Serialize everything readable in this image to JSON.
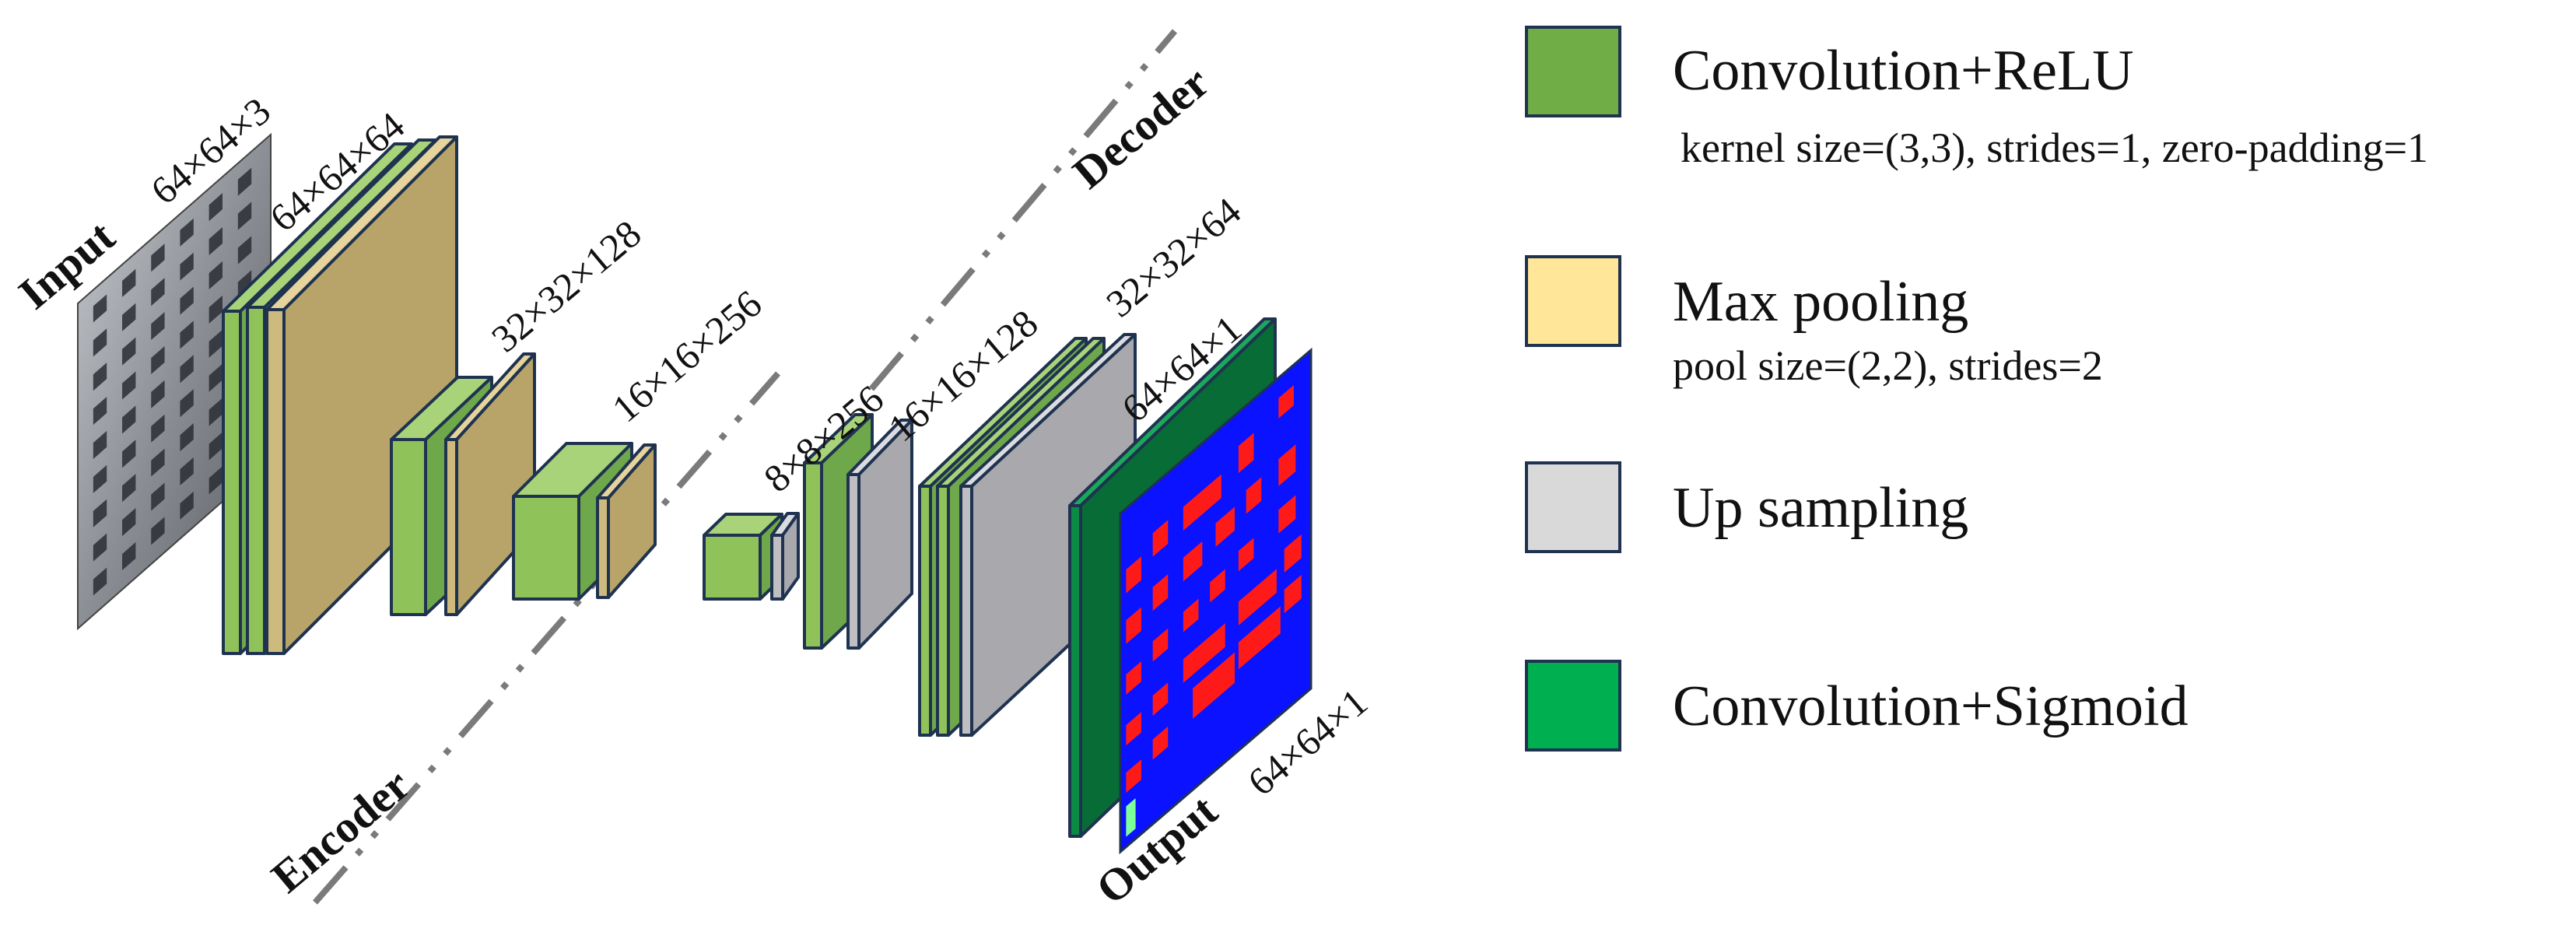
{
  "diagram": {
    "input_label": "Input",
    "input_dims": "64×64×3",
    "output_label": "Output",
    "output_dims": "64×64×1",
    "encoder_label": "Encoder",
    "decoder_label": "Decoder",
    "layer_dims": {
      "enc1": "64×64×64",
      "enc2": "32×32×128",
      "enc3": "16×16×256",
      "bottleneck": "8×8×256",
      "dec1": "16×16×128",
      "dec2": "32×32×64",
      "final": "64×64×1"
    }
  },
  "legend": [
    {
      "id": "conv-relu",
      "title": "Convolution+ReLU",
      "subtitle": "kernel size=(3,3), strides=1, zero-padding=1",
      "color": "#70ad47"
    },
    {
      "id": "max-pool",
      "title": "Max pooling",
      "subtitle": "pool size=(2,2), strides=2",
      "color": "#ffe699"
    },
    {
      "id": "up-sampling",
      "title": "Up sampling",
      "subtitle": "",
      "color": "#d9d9d9"
    },
    {
      "id": "conv-sigmoid",
      "title": "Convolution+Sigmoid",
      "subtitle": "",
      "color": "#00b050"
    }
  ],
  "colors": {
    "conv_front": "#8fc35a",
    "conv_side": "#6fa84a",
    "conv_top": "#a8d378",
    "pool_front": "#cfba7e",
    "pool_side": "#b8a468",
    "pool_top": "#e6d49c",
    "up_front": "#bfbfc3",
    "up_side": "#a8a8ad",
    "up_top": "#dcdce0",
    "sig_front": "#0a8a45",
    "sig_side": "#076c35",
    "sig_top": "#1ba85a",
    "outline": "#1f3350",
    "output_bg": "#0a12ff",
    "output_mark": "#ff1a1a",
    "output_door": "#7dff9a"
  }
}
